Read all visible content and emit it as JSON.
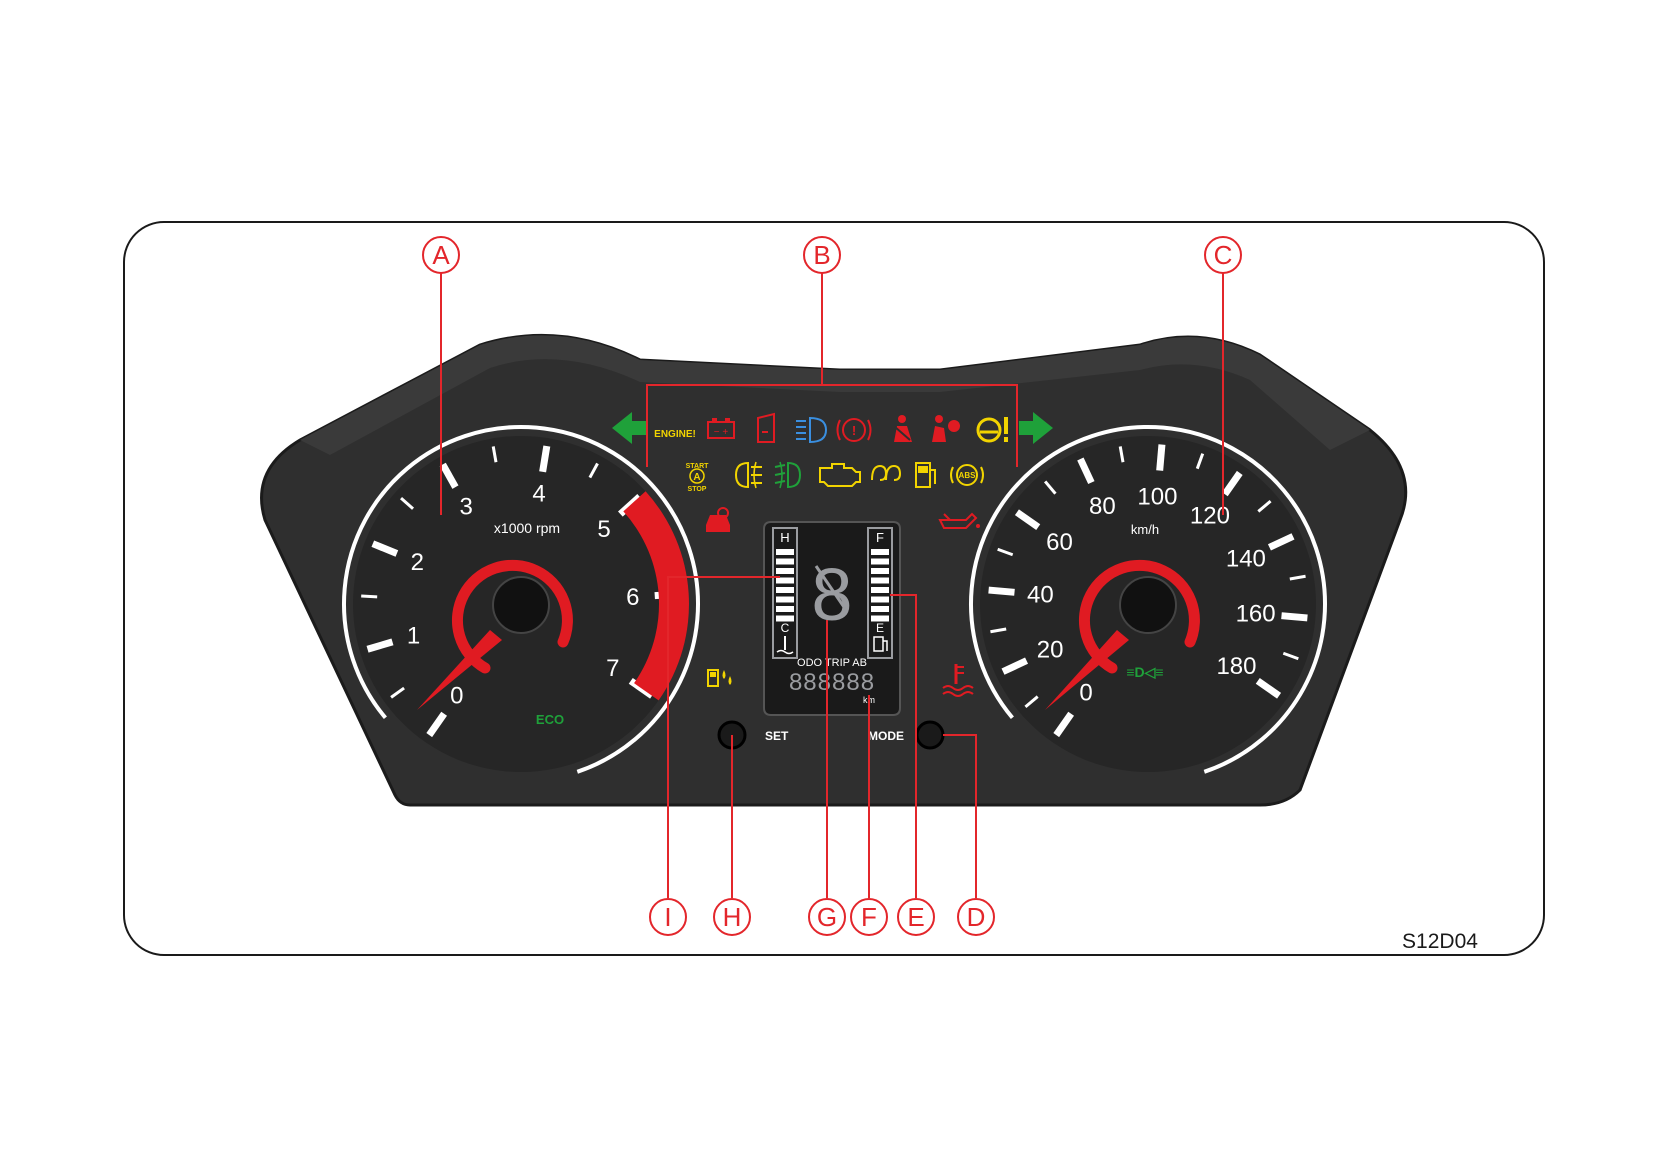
{
  "figure_code": "S12D04",
  "callouts": [
    "A",
    "B",
    "C",
    "D",
    "E",
    "F",
    "G",
    "H",
    "I"
  ],
  "tachometer": {
    "unit": "x1000 rpm",
    "ticks": [
      "0",
      "1",
      "2",
      "3",
      "4",
      "5",
      "6",
      "7"
    ],
    "eco": "ECO"
  },
  "speedometer": {
    "unit": "km/h",
    "ticks": [
      "0",
      "20",
      "40",
      "60",
      "80",
      "100",
      "120",
      "140",
      "160",
      "180"
    ]
  },
  "warning_lights": {
    "engine_text": "ENGINE!",
    "start_stop_top": "START",
    "start_stop_mid": "A",
    "start_stop_bottom": "STOP",
    "abs_text": "ABS"
  },
  "lcd": {
    "temp_high": "H",
    "temp_low": "C",
    "fuel_full": "F",
    "fuel_empty": "E",
    "gear_digit": "8",
    "mode_labels": "ODO TRIP AB",
    "odometer_digits": "888888",
    "odometer_unit": "km"
  },
  "buttons": {
    "set": "SET",
    "mode": "MODE"
  },
  "colors": {
    "callout": "#e3262b",
    "panel": "#2e2e2e",
    "panel_dark": "#1c1c1c",
    "red_zone": "#e01b22",
    "lcd": "#9a9ca0",
    "green": "#1fa13a",
    "yellow": "#f2d400",
    "blue": "#3a8fe0"
  }
}
